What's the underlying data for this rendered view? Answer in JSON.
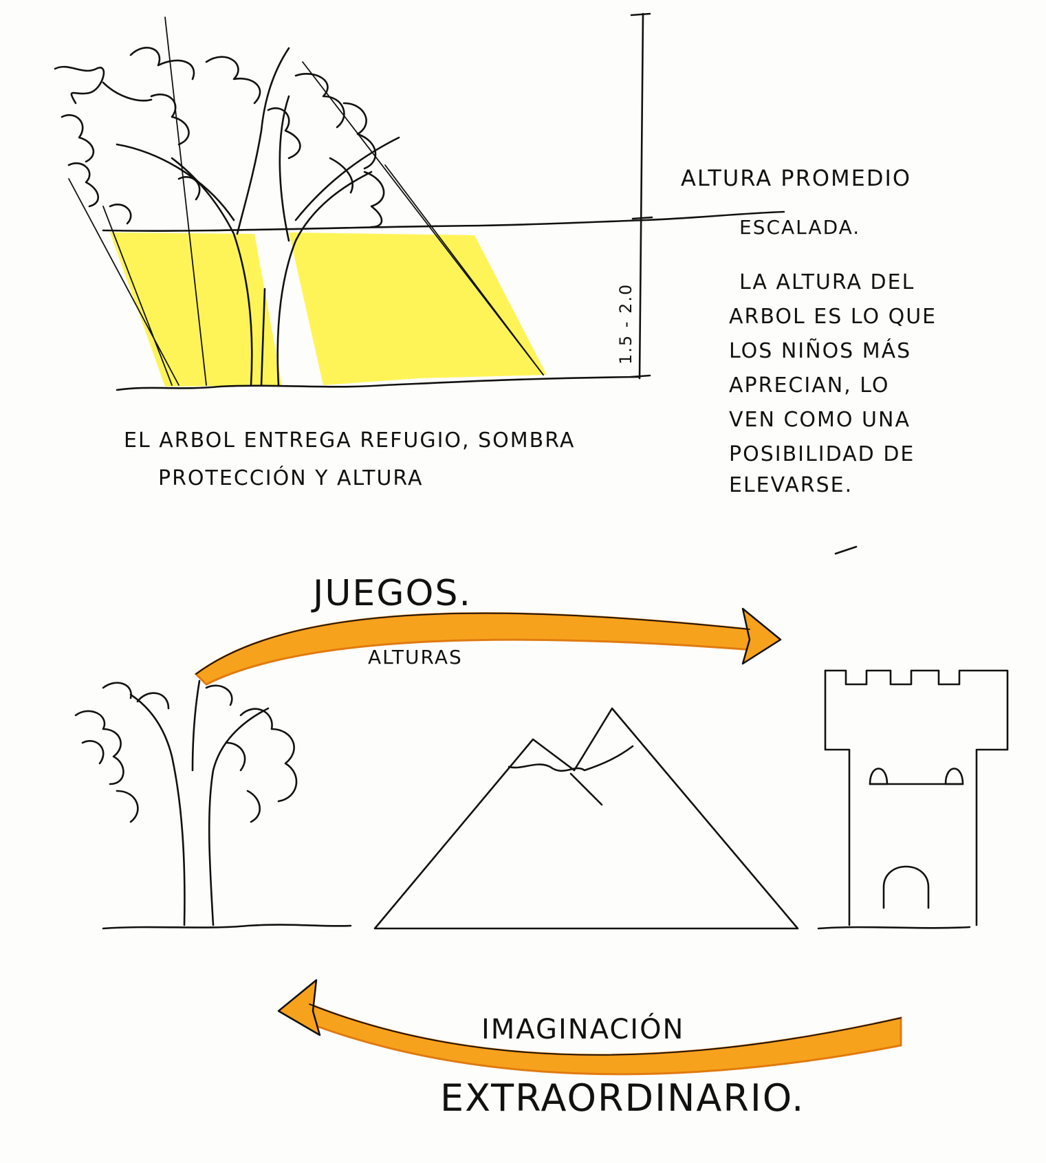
{
  "top_sketch": {
    "height_range": "1.5 - 2.0",
    "label_main": "ALTURA PROMEDIO",
    "label_sub": "ESCALADA.",
    "note_lines": [
      "LA ALTURA DEL",
      "ARBOL ES LO QUE",
      "LOS NIÑOS MÁS",
      "APRECIAN, LO",
      "VEN COMO UNA",
      "POSIBILIDAD DE",
      "ELEVARSE."
    ],
    "caption_lines": [
      "EL ARBOL ENTREGA REFUGIO, SOMBRA",
      "PROTECCIÓN Y ALTURA"
    ]
  },
  "bottom_sketch": {
    "top_arrow_label": "JUEGOS.",
    "top_arrow_sublabel": "ALTURAS",
    "bottom_arrow_label": "IMAGINACIÓN",
    "footer": "EXTRAORDINARIO."
  },
  "colors": {
    "shade": "#fff23a",
    "arrow": "#f7a21c",
    "arrow_edge": "#e07a10",
    "ink": "#111111"
  }
}
